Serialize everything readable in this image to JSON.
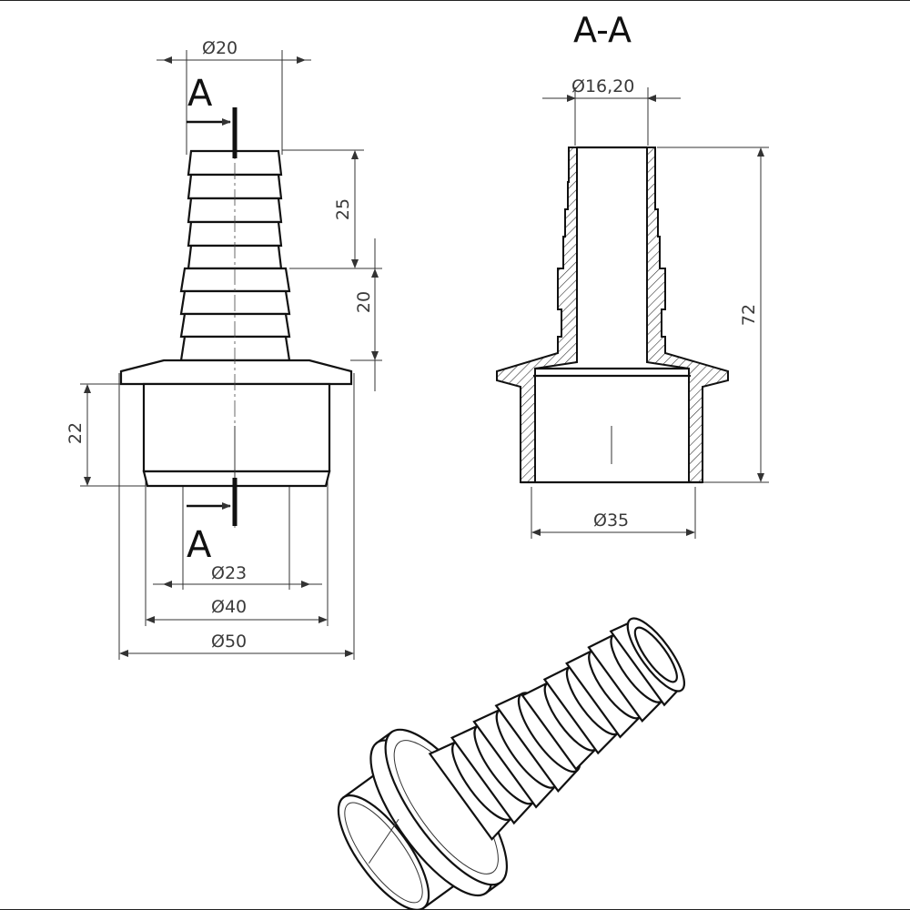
{
  "section_title": "A-A",
  "section_marks": {
    "top": "A",
    "bottom": "A"
  },
  "dimensions": {
    "d_tip": "Ø20",
    "len_upper": "25",
    "len_lower": "20",
    "collar_height": "22",
    "d_inner_stem": "Ø23",
    "d_socket": "Ø40",
    "d_flange": "Ø50",
    "d_bore": "Ø16,20",
    "d_socket_bore": "Ø35",
    "total_length": "72"
  }
}
